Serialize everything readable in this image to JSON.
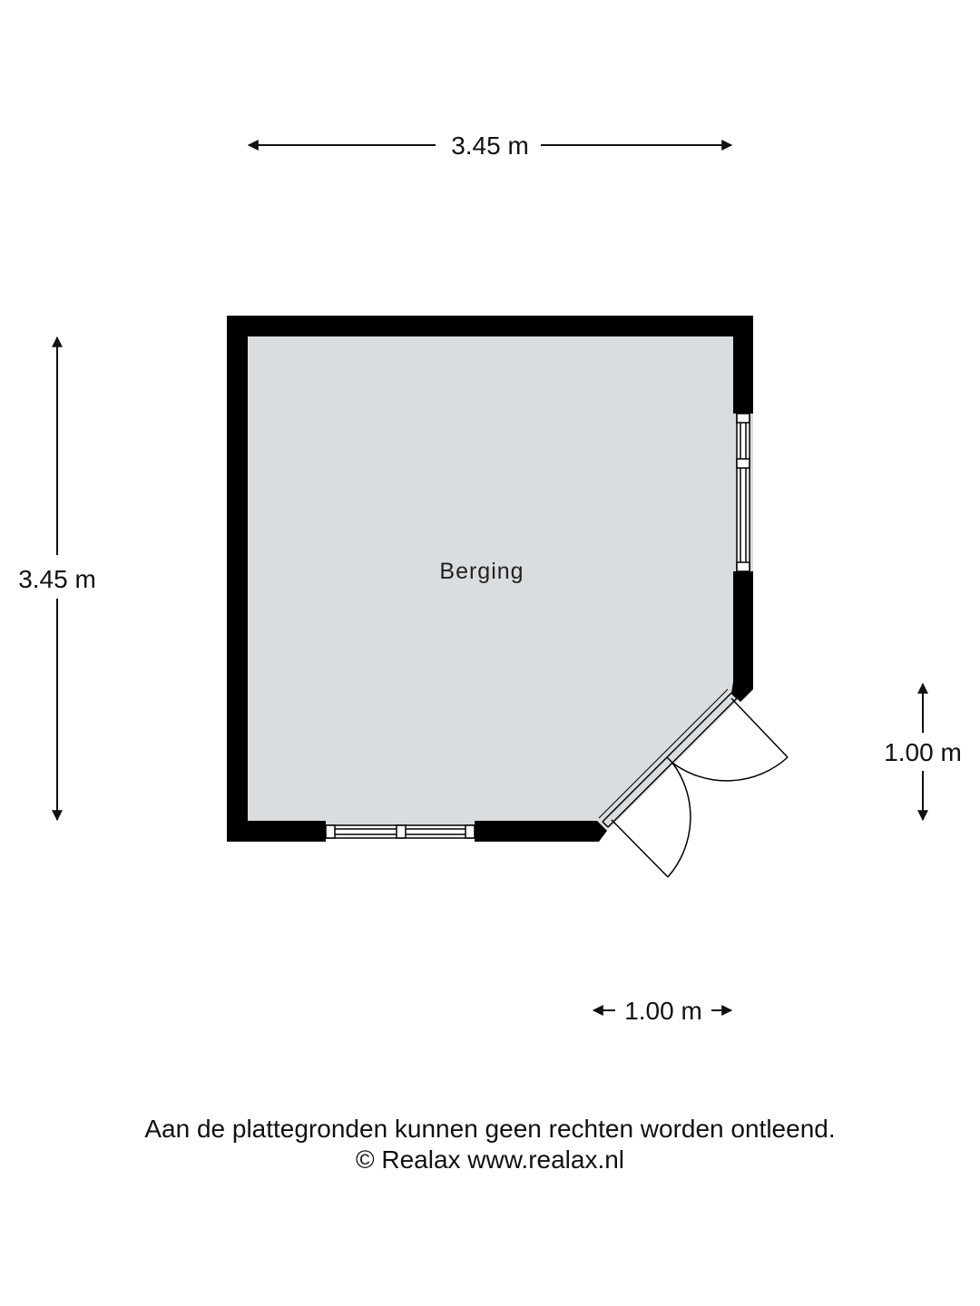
{
  "room": {
    "name": "Berging",
    "fill_color": "#d9dde0",
    "wall_color": "#000000"
  },
  "dimensions": {
    "top_width": "3.45 m",
    "left_height": "3.45 m",
    "right_height": "1.00 m",
    "bottom_width": "1.00 m"
  },
  "footer": {
    "disclaimer": "Aan de plattegronden kunnen geen rechten worden ontleend.",
    "copyright": "© Realax www.realax.nl"
  }
}
